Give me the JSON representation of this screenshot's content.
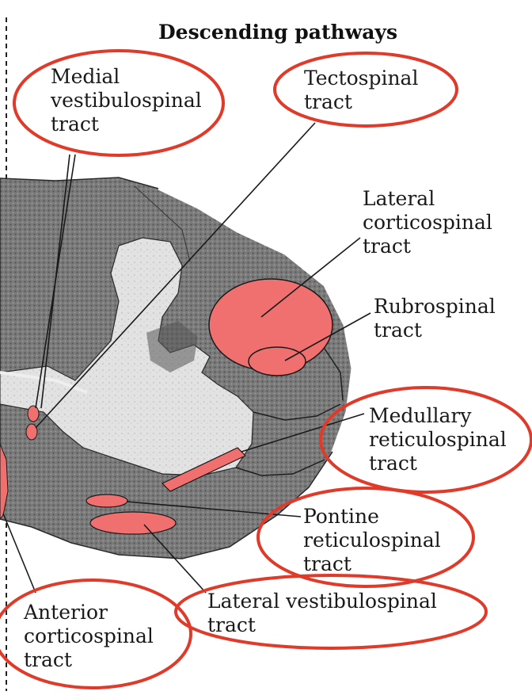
{
  "title": "Descending pathways",
  "labels": {
    "medial_vestibulospinal": "Medial\nvestibulospinal\ntract",
    "tectospinal": "Tectospinal\ntract",
    "lateral_corticospinal": "Lateral\ncorticospinal\ntract",
    "rubrospinal": "Rubrospinal\ntract",
    "medullary_reticulospinal": "Medullary\nreticulospinal\ntract",
    "pontine_reticulospinal": "Pontine\nreticulospinal\ntract",
    "lateral_vestibulospinal": "Lateral vestibulospinal\ntract",
    "anterior_corticospinal": "Anterior\ncorticospinal\ntract"
  },
  "colors": {
    "tract_fill": "#f07070",
    "circle_stroke": "#e03a2a",
    "white_matter": "#6d6d6d",
    "gray_matter": "#dcdcdc"
  }
}
